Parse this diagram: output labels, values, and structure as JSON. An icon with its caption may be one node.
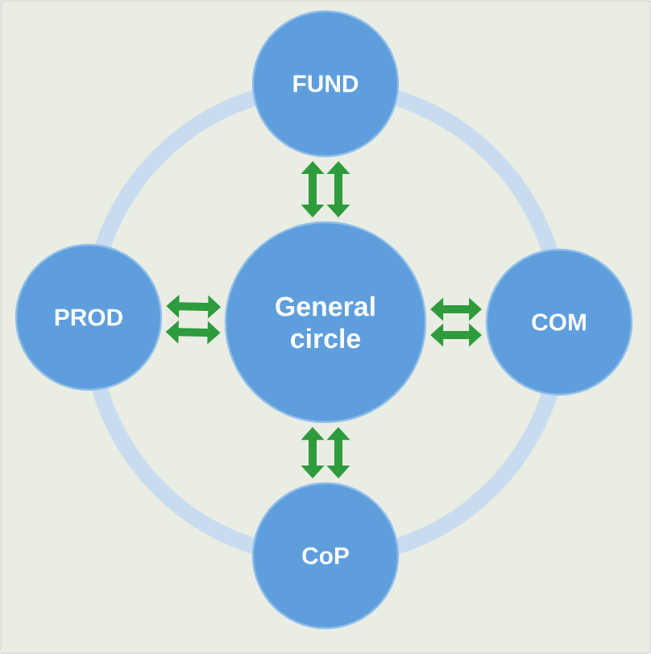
{
  "diagram": {
    "nodes": [
      {
        "text": [
          "FUND"
        ]
      },
      {
        "text": [
          "PROD"
        ]
      },
      {
        "text": [
          "General circle"
        ]
      },
      {
        "text": [
          "COM"
        ]
      },
      {
        "text": [
          "CoP"
        ]
      }
    ],
    "edges": [
      {
        "from": 2,
        "to": 0,
        "arrow": "both"
      },
      {
        "from": 2,
        "to": 0,
        "arrow": "both"
      },
      {
        "from": 1,
        "to": 2,
        "arrow": "both"
      },
      {
        "from": 1,
        "to": 2,
        "arrow": "both"
      },
      {
        "from": 2,
        "to": 3,
        "arrow": "both"
      },
      {
        "from": 2,
        "to": 3,
        "arrow": "both"
      },
      {
        "from": 2,
        "to": 4,
        "arrow": "both"
      },
      {
        "from": 2,
        "to": 4,
        "arrow": "both"
      }
    ]
  }
}
